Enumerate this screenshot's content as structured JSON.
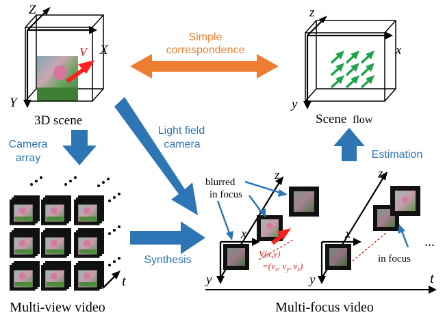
{
  "scene3d": {
    "axis_z": "Z",
    "axis_x": "X",
    "axis_y": "Y",
    "vector": "V",
    "caption": "3D scene"
  },
  "correspondence": {
    "line1": "Simple",
    "line2": "correspondence"
  },
  "sceneflow": {
    "axis_z": "z",
    "axis_x": "x",
    "axis_y": "y",
    "caption_part1": "Scene",
    "caption_part2": "flow"
  },
  "arrows": {
    "camera_array_1": "Camera",
    "camera_array_2": "array",
    "lightfield_1": "Light field",
    "lightfield_2": "camera",
    "synthesis": "Synthesis",
    "estimation": "Estimation"
  },
  "multiview": {
    "axis_t": "t",
    "caption": "Multi-view video"
  },
  "multifocus": {
    "blurred": "blurred",
    "in_focus": "in focus",
    "in_focus_2": "in focus",
    "axis_z1": "z",
    "axis_x1": "x",
    "axis_y1": "y",
    "axis_z2": "z",
    "axis_x2": "x",
    "axis_y2": "y",
    "axis_t": "t",
    "vector_label": "V(x,y)",
    "vector_components": "=(v",
    "sub_x": "x",
    "sub_y": "y",
    "sub_z": "z",
    "ellipsis": "...",
    "caption": "Multi-focus video"
  },
  "colors": {
    "blue_arrow": "#2e75b6",
    "orange_arrow": "#ed7d31",
    "green_arrow": "#1fa34a",
    "red_vector": "#ff1f1f"
  }
}
